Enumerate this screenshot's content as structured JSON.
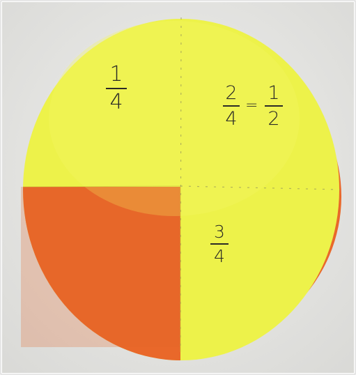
{
  "colors": {
    "background": "#e8e8e5",
    "paper_yellow": "#edf24a",
    "paper_orange": "#ea6b2a",
    "ink": "#2a2a26"
  },
  "labels": {
    "quarter": {
      "numerator": "1",
      "denominator": "4"
    },
    "two_quarters": {
      "numerator": "2",
      "denominator": "4"
    },
    "equals": "=",
    "half": {
      "numerator": "1",
      "denominator": "2"
    },
    "three_quarters": {
      "numerator": "3",
      "denominator": "4"
    }
  }
}
